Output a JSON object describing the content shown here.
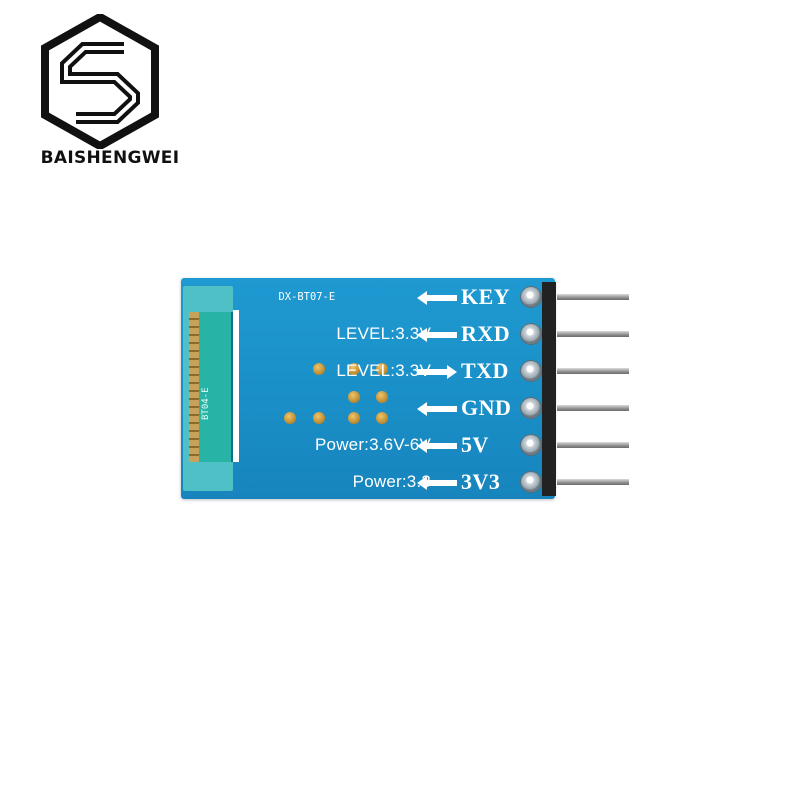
{
  "brand": {
    "name": "BAISHENGWEI",
    "icon": "hexagon-s-logo-icon"
  },
  "board": {
    "model_label": "DX-BT07-E",
    "module_label": "BT04-E",
    "colors": {
      "pcb": "#1a8fc7",
      "silkscreen": "#ffffff",
      "pad": "#c9972f"
    },
    "pins": [
      {
        "name": "KEY",
        "note": "",
        "direction": "in"
      },
      {
        "name": "RXD",
        "note": "LEVEL:3.3V",
        "direction": "in"
      },
      {
        "name": "TXD",
        "note": "LEVEL:3.3V",
        "direction": "out"
      },
      {
        "name": "GND",
        "note": "",
        "direction": "in"
      },
      {
        "name": "5V",
        "note": "Power:3.6V-6V",
        "direction": "in"
      },
      {
        "name": "3V3",
        "note": "Power:3.3",
        "direction": "in"
      }
    ]
  }
}
